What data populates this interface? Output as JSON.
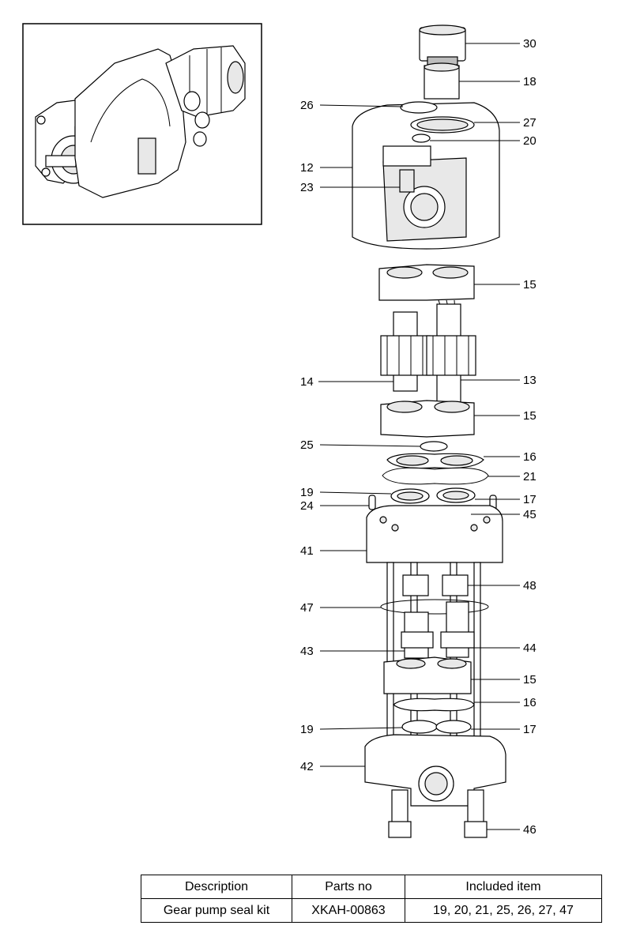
{
  "callouts": {
    "c30": "30",
    "c18": "18",
    "c26": "26",
    "c27": "27",
    "c20": "20",
    "c12": "12",
    "c23": "23",
    "c15a": "15",
    "c14": "14",
    "c13": "13",
    "c15b": "15",
    "c25": "25",
    "c16a": "16",
    "c21": "21",
    "c19a": "19",
    "c17a": "17",
    "c24": "24",
    "c45": "45",
    "c41": "41",
    "c48": "48",
    "c47": "47",
    "c43": "43",
    "c44": "44",
    "c15c": "15",
    "c16b": "16",
    "c19b": "19",
    "c17b": "17",
    "c42": "42",
    "c46": "46"
  },
  "table": {
    "headers": [
      "Description",
      "Parts no",
      "Included item"
    ],
    "row": [
      "Gear pump seal kit",
      "XKAH-00863",
      "19, 20, 21, 25, 26, 27, 47"
    ]
  }
}
